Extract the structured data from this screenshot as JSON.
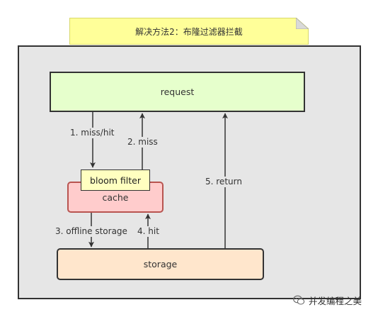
{
  "title_note": "解决方法2：布隆过滤器拦截",
  "nodes": {
    "request": "request",
    "bloom_filter": "bloom filter",
    "cache": "cache",
    "storage": "storage"
  },
  "edges": [
    {
      "label": "1. miss/hit",
      "from": "request",
      "to": "cache"
    },
    {
      "label": "2. miss",
      "from": "cache",
      "to": "request"
    },
    {
      "label": "3. offline storage",
      "from": "cache",
      "to": "storage"
    },
    {
      "label": "4. hit",
      "from": "storage",
      "to": "cache"
    },
    {
      "label": "5. return",
      "from": "storage",
      "to": "request"
    }
  ],
  "watermark": "并发编程之美",
  "colors": {
    "note": "#ffff99",
    "container": "#e6e6e6",
    "request": "#e6ffcc",
    "cache": "#ffcccc",
    "cache_border": "#b85450",
    "bloom_filter": "#ffffc0",
    "storage": "#ffe6cc",
    "edge": "#333333"
  },
  "icons": {
    "watermark": "wechat-icon"
  }
}
